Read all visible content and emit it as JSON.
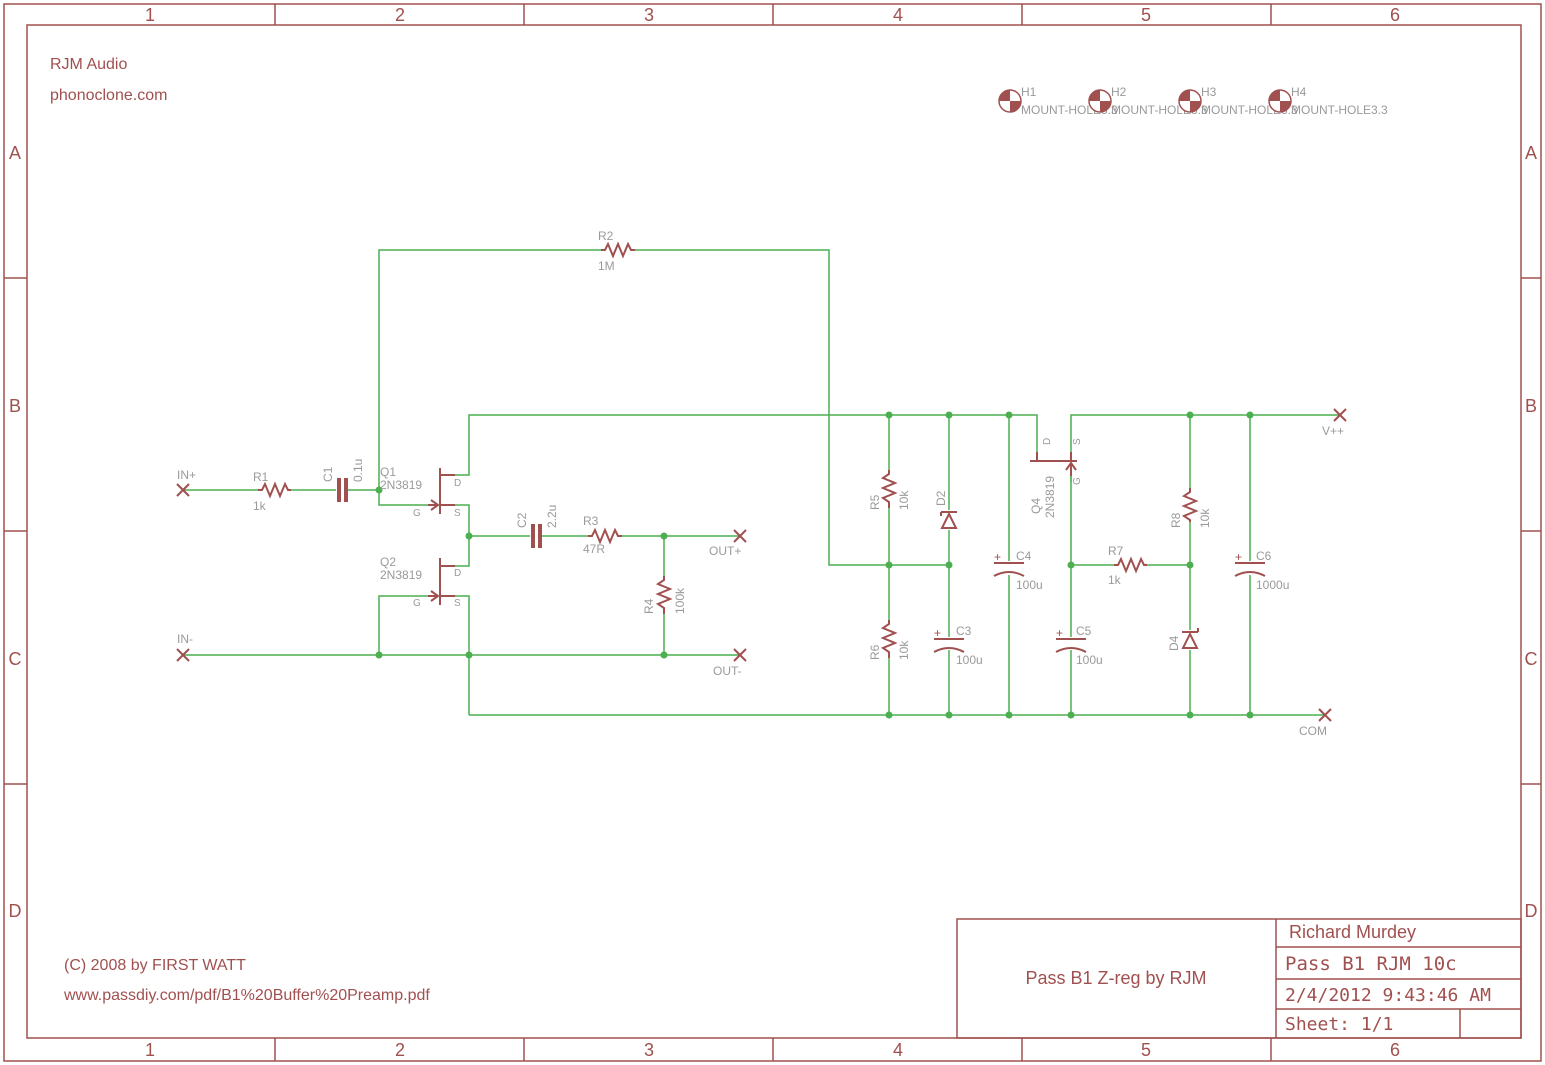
{
  "frame": {
    "columns": [
      "1",
      "2",
      "3",
      "4",
      "5",
      "6"
    ],
    "rows": [
      "A",
      "B",
      "C",
      "D"
    ]
  },
  "header": {
    "company": "RJM Audio",
    "website": "phonoclone.com"
  },
  "footer": {
    "copyright": "(C) 2008 by FIRST WATT",
    "url": "www.passdiy.com/pdf/B1%20Buffer%20Preamp.pdf"
  },
  "title_block": {
    "author": "Richard Murdey",
    "project": "Pass B1 RJM 10c",
    "datetime": "2/4/2012 9:43:46 AM",
    "sheet": "Sheet: 1/1",
    "description": "Pass B1 Z-reg by RJM"
  },
  "mount_holes": [
    {
      "name": "H1",
      "value": "MOUNT-HOLE3.3"
    },
    {
      "name": "H2",
      "value": "MOUNT-HOLE3.3"
    },
    {
      "name": "H3",
      "value": "MOUNT-HOLE3.3"
    },
    {
      "name": "H4",
      "value": "MOUNT-HOLE3.3"
    }
  ],
  "components": {
    "R1": {
      "name": "R1",
      "value": "1k"
    },
    "R2": {
      "name": "R2",
      "value": "1M"
    },
    "R3": {
      "name": "R3",
      "value": "47R"
    },
    "R4": {
      "name": "R4",
      "value": "100k"
    },
    "R5": {
      "name": "R5",
      "value": "10k"
    },
    "R6": {
      "name": "R6",
      "value": "10k"
    },
    "R7": {
      "name": "R7",
      "value": "1k"
    },
    "R8": {
      "name": "R8",
      "value": "10k"
    },
    "C1": {
      "name": "C1",
      "value": "0.1u"
    },
    "C2": {
      "name": "C2",
      "value": "2.2u"
    },
    "C3": {
      "name": "C3",
      "value": "100u"
    },
    "C4": {
      "name": "C4",
      "value": "100u"
    },
    "C5": {
      "name": "C5",
      "value": "100u"
    },
    "C6": {
      "name": "C6",
      "value": "1000u"
    },
    "Q1": {
      "name": "Q1",
      "value": "2N3819"
    },
    "Q2": {
      "name": "Q2",
      "value": "2N3819"
    },
    "Q4": {
      "name": "Q4",
      "value": "2N3819"
    },
    "D2": {
      "name": "D2"
    },
    "D4": {
      "name": "D4"
    }
  },
  "pins": {
    "drain": "D",
    "source": "S",
    "gate": "G",
    "plus": "+"
  },
  "nets": {
    "in_plus": "IN+",
    "in_minus": "IN-",
    "out_plus": "OUT+",
    "out_minus": "OUT-",
    "vpp": "V++",
    "com": "COM"
  },
  "colors": {
    "frame": "#a0504f",
    "wire": "#4caf50",
    "label": "#9a9a9a"
  }
}
